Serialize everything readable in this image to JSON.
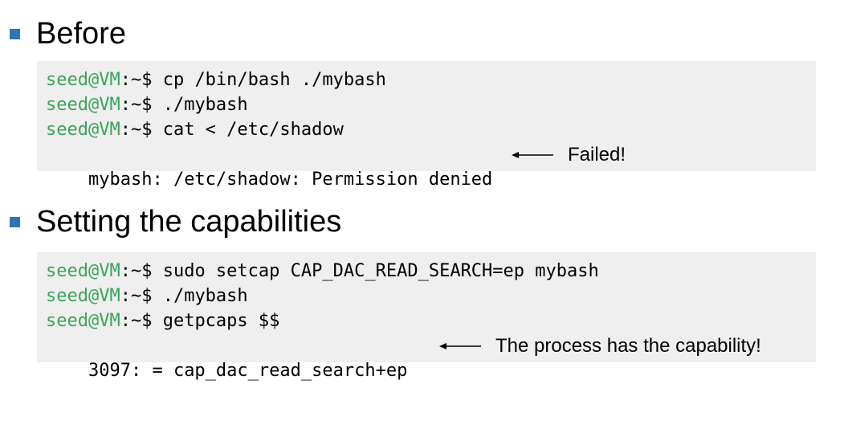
{
  "colors": {
    "bullet": "#2e75b6",
    "prompt_user": "#3aa55a",
    "code_background": "#efefef"
  },
  "sections": [
    {
      "heading": "Before",
      "lines": [
        {
          "prompt_user": "seed@VM",
          "prompt_rest": ":~$ ",
          "command": "cp /bin/bash ./mybash"
        },
        {
          "prompt_user": "seed@VM",
          "prompt_rest": ":~$ ",
          "command": "./mybash"
        },
        {
          "prompt_user": "seed@VM",
          "prompt_rest": ":~$ ",
          "command": "cat < /etc/shadow"
        },
        {
          "output": "mybash: /etc/shadow: Permission denied",
          "annotation": "Failed!"
        }
      ]
    },
    {
      "heading": "Setting the capabilities",
      "lines": [
        {
          "prompt_user": "seed@VM",
          "prompt_rest": ":~$ ",
          "command": "sudo setcap CAP_DAC_READ_SEARCH=ep mybash"
        },
        {
          "prompt_user": "seed@VM",
          "prompt_rest": ":~$ ",
          "command": "./mybash"
        },
        {
          "prompt_user": "seed@VM",
          "prompt_rest": ":~$ ",
          "command": "getpcaps $$"
        },
        {
          "output": "3097: = cap_dac_read_search+ep",
          "annotation": "The process has the capability!"
        }
      ]
    }
  ]
}
